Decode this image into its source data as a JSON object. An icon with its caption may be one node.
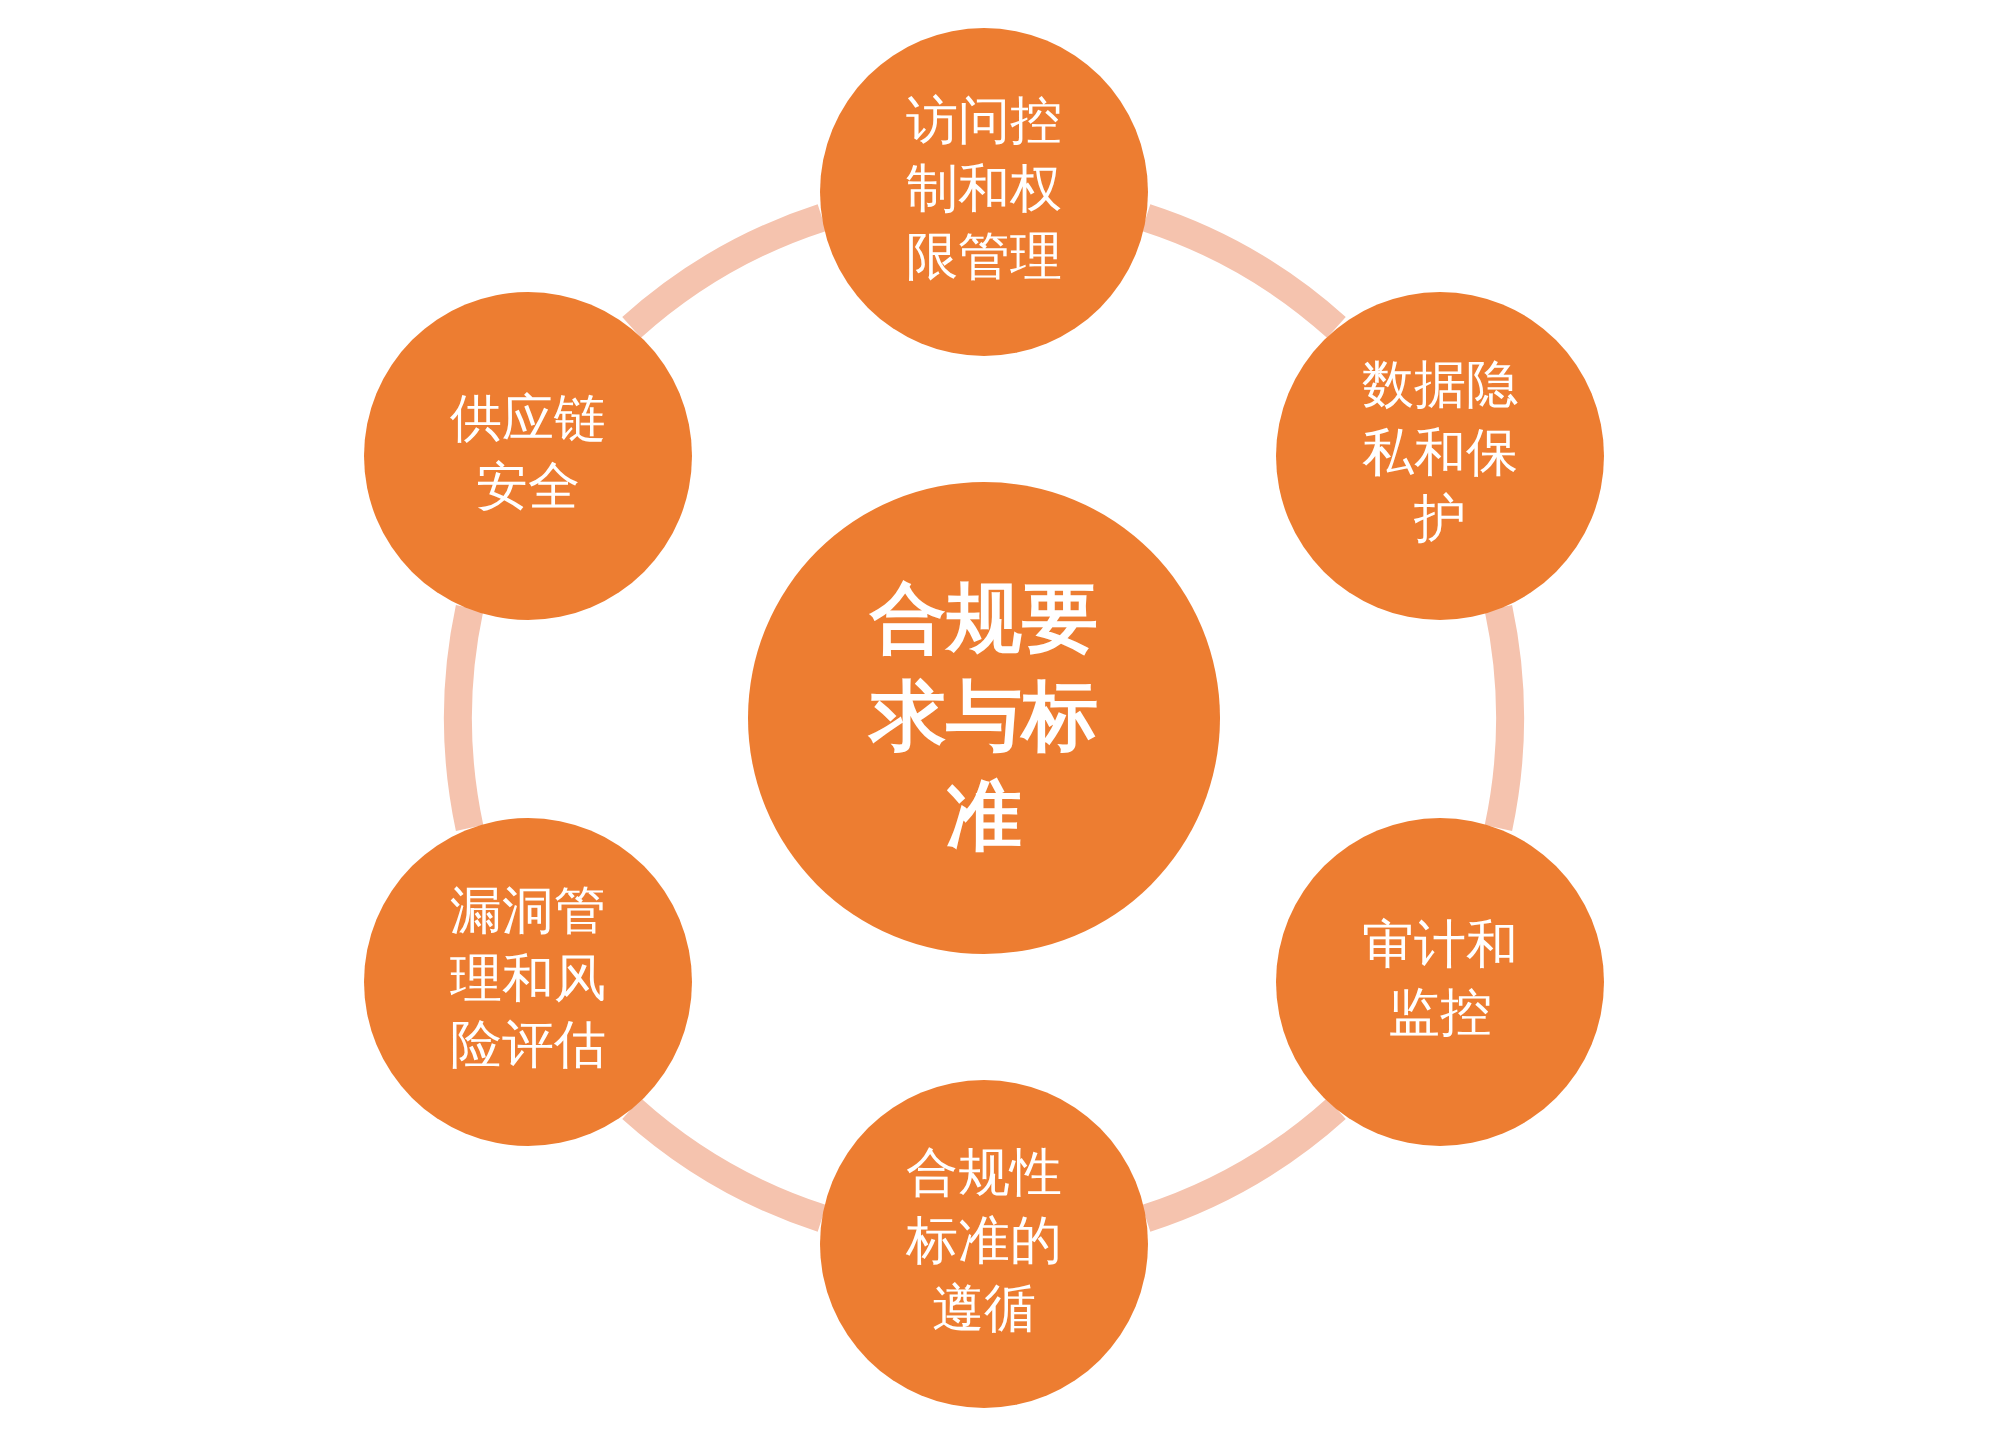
{
  "diagram": {
    "nodes": [
      {
        "text": [
          "合规要求与标准"
        ]
      },
      {
        "text": [
          "访问控制和权限管理"
        ]
      },
      {
        "text": [
          "数据隐私和保护"
        ]
      },
      {
        "text": [
          "审计和监控"
        ]
      },
      {
        "text": [
          "合规性标准的遵循"
        ]
      },
      {
        "text": [
          "漏洞管理和风险评估"
        ]
      },
      {
        "text": [
          "供应链安全"
        ]
      }
    ],
    "edges": [
      {
        "from": 1,
        "to": 2,
        "arrow": "none"
      },
      {
        "from": 2,
        "to": 3,
        "arrow": "none"
      },
      {
        "from": 3,
        "to": 4,
        "arrow": "none"
      },
      {
        "from": 4,
        "to": 5,
        "arrow": "none"
      },
      {
        "from": 5,
        "to": 6,
        "arrow": "none"
      },
      {
        "from": 6,
        "to": 1,
        "arrow": "none"
      }
    ]
  }
}
